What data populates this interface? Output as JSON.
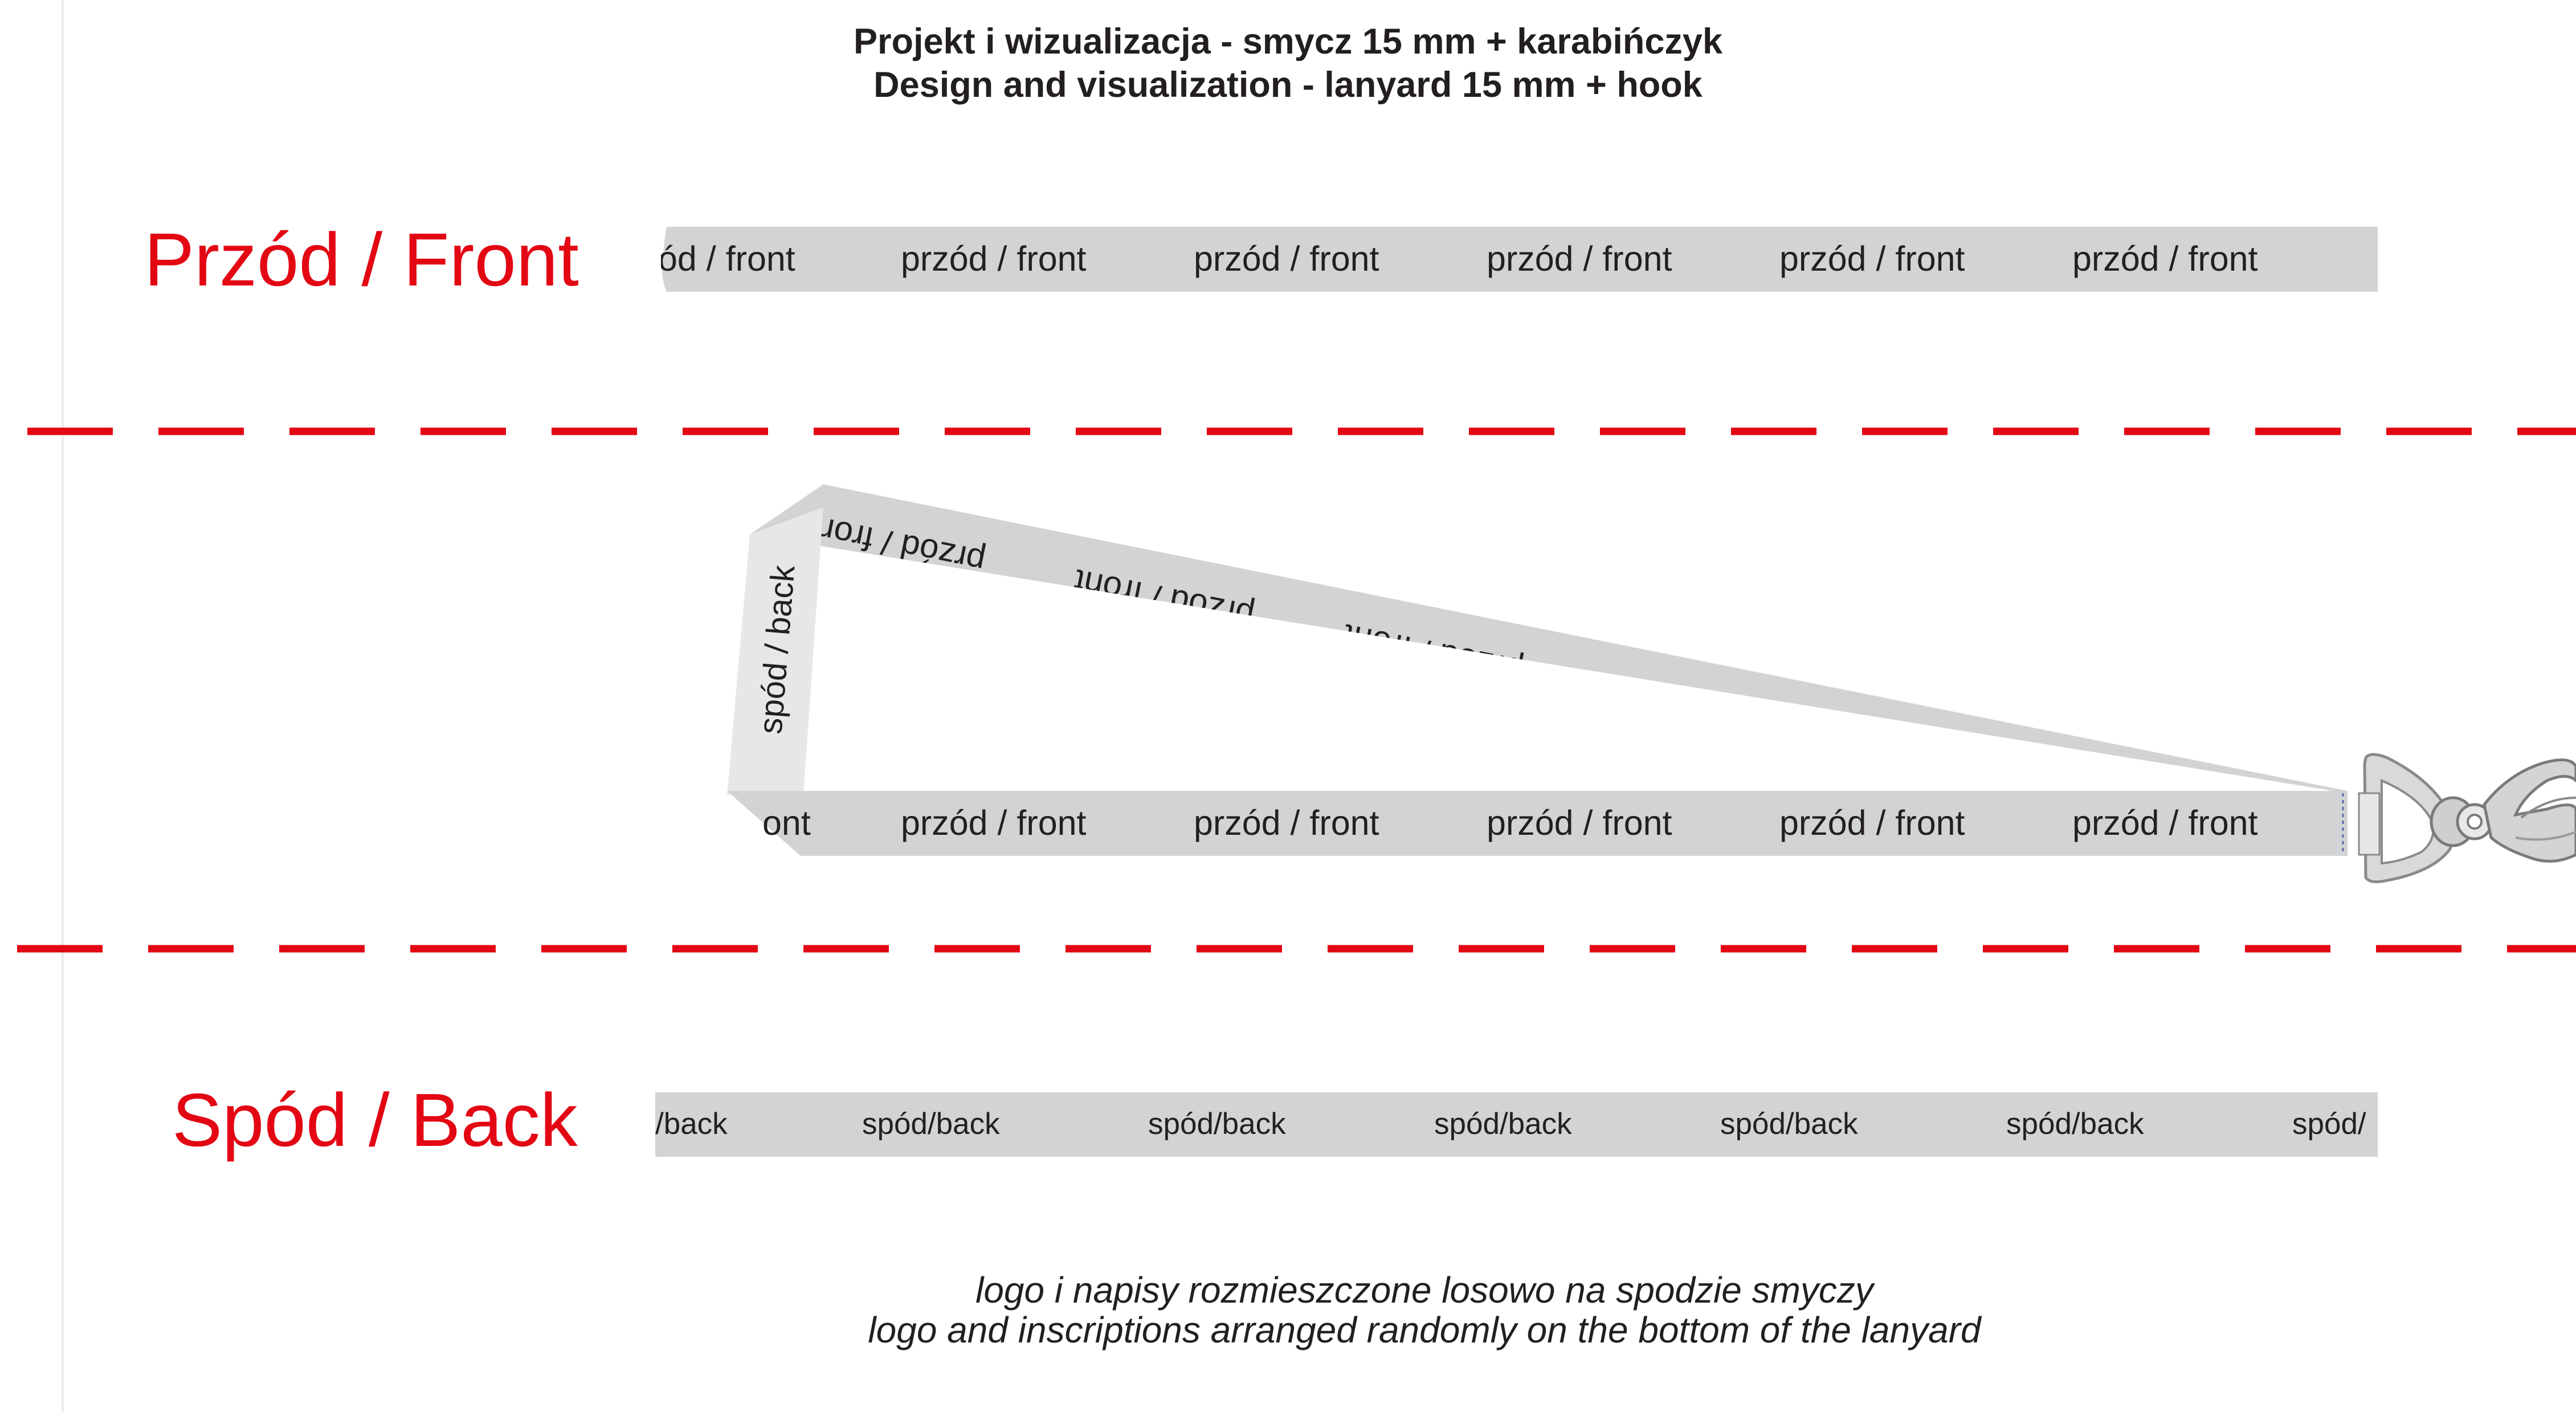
{
  "title": {
    "line1": "Projekt i wizualizacja - smycz 15 mm + karabińczyk",
    "line2": "Design and visualization - lanyard 15 mm + hook"
  },
  "front": {
    "label": "Przód / Front",
    "strap_text": "przód / front",
    "strap_partial": "ód / front"
  },
  "back": {
    "label": "Spód / Back",
    "strap_text": "spód/back",
    "strap_partial_left": "/back",
    "strap_partial_right": "spód/"
  },
  "visualization": {
    "top_strap_text": "przód / front",
    "bottom_strap_text": "przód / front",
    "bottom_partial": "ont",
    "top_partial": "front",
    "side_text": "spód / back",
    "hook_icon": "carabiner-hook-icon"
  },
  "note": {
    "line1": "logo i napisy rozmieszczone losowo na spodzie smyczy",
    "line2": "logo and inscriptions arranged randomly on the bottom of the lanyard"
  },
  "colors": {
    "accent_red": "#e30613",
    "strap_gray": "#d1d3d4",
    "text_dark": "#231f20",
    "hook_metal": "#b5b5b5"
  }
}
